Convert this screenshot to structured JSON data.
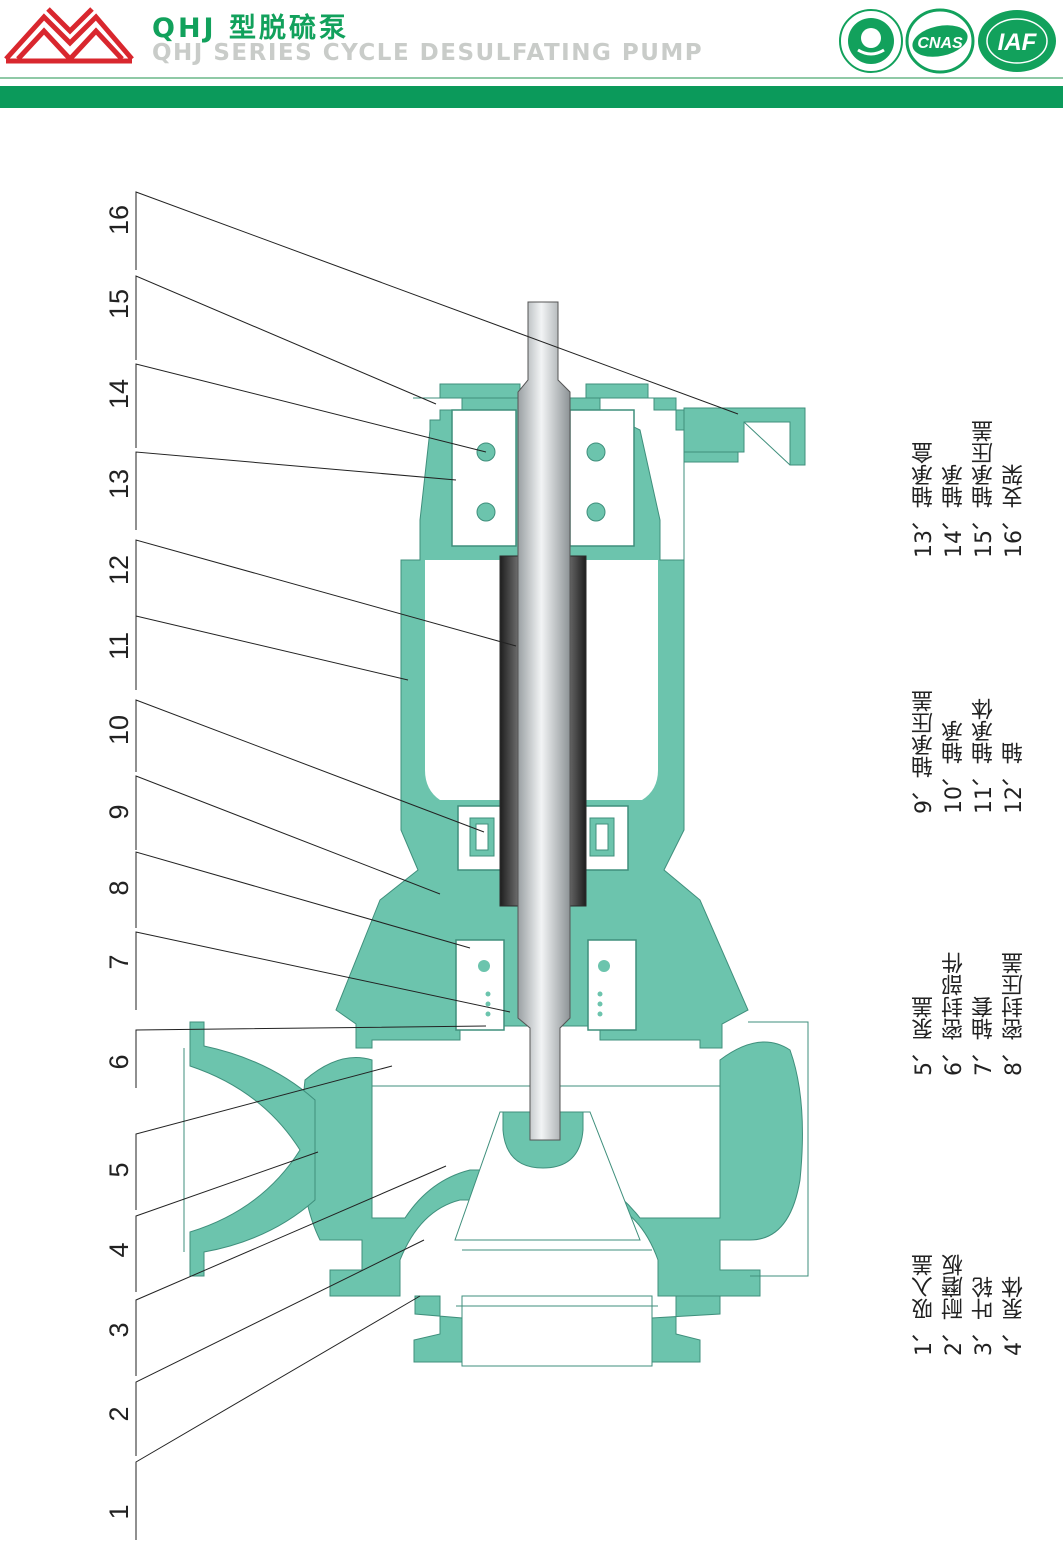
{
  "header": {
    "title_cn": "QHJ 型脱硫泵",
    "title_en": "QHJ SERIES  CYCLE DESULFATING  PUMP",
    "cert_logos": [
      "quality-certification-seal-icon",
      "cnas-logo-icon",
      "iaf-logo-icon"
    ],
    "cnas_text": "CNAS",
    "iaf_text": "IAF"
  },
  "colors": {
    "brand_green": "#12a15c",
    "band_green": "#0b9a5b",
    "body_teal": "#6cc4ad",
    "logo_red": "#d9272e",
    "shaft_dark": "#3a3a3a"
  },
  "callouts": [
    "1",
    "2",
    "3",
    "4",
    "5",
    "6",
    "7",
    "8",
    "9",
    "10",
    "11",
    "12",
    "13",
    "14",
    "15",
    "16"
  ],
  "legend": [
    [
      "1、吸入盖",
      "2、耐磨板",
      "3、叶轮",
      "4、泵体"
    ],
    [
      "5、泵盖",
      "6、密封部件",
      "7、轴套",
      "8、密封压盖"
    ],
    [
      "9、轴承压盖",
      "10、轴承",
      "11、轴承体",
      "12、轴"
    ],
    [
      "13、轴承盒",
      "14、轴承",
      "15、轴承压盖",
      "16、支架"
    ]
  ]
}
